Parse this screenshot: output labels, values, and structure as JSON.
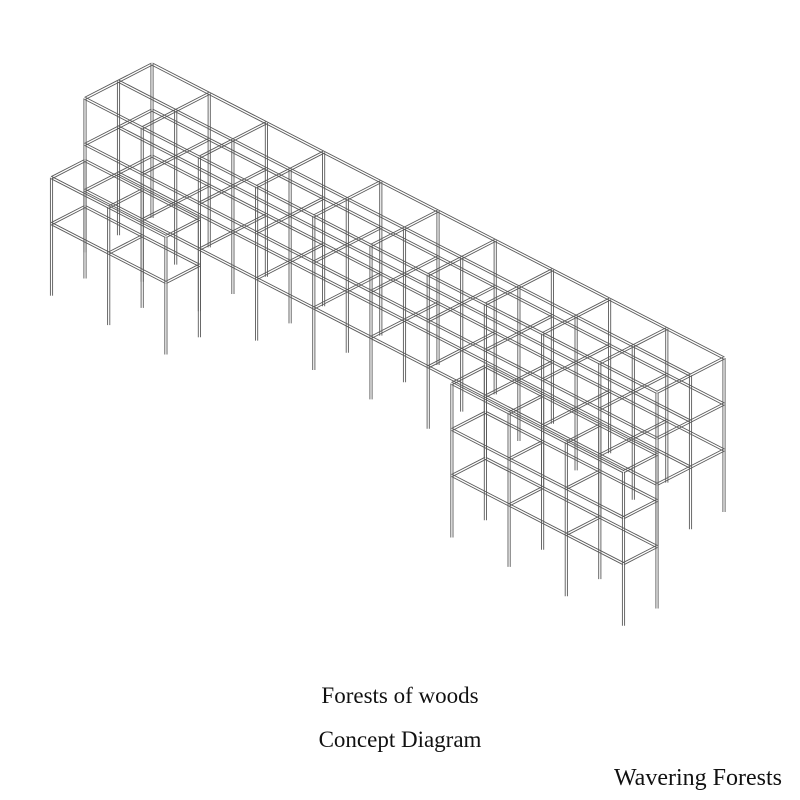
{
  "captions": {
    "title": "Forests of woods",
    "subtitle": "Concept Diagram",
    "project": "Wavering Forests"
  },
  "drawing": {
    "subject": "isometric timber frame structure",
    "stroke_color": "#5a5a5a",
    "background": "#ffffff",
    "frame_levels": 2,
    "blocks": [
      {
        "name": "main-bar",
        "grid_cols": 10,
        "grid_rows": 2
      },
      {
        "name": "left-wing",
        "grid_cols": 2,
        "grid_rows": 1
      },
      {
        "name": "right-wing",
        "grid_cols": 3,
        "grid_rows": 1
      }
    ]
  }
}
